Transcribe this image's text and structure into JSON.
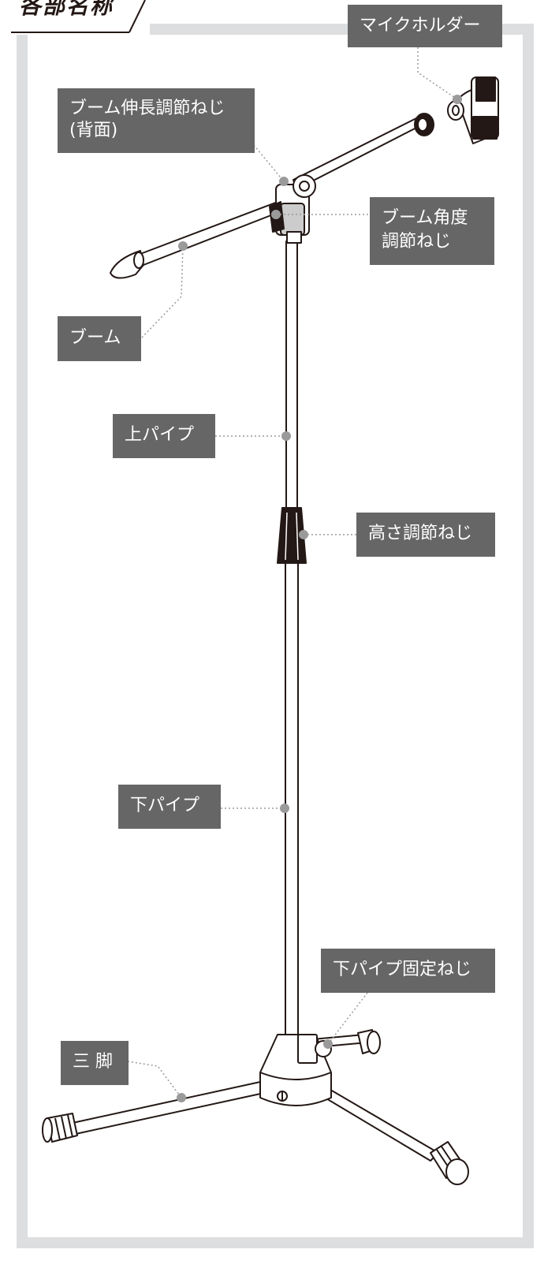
{
  "title": "各部名称",
  "labels": {
    "mic_holder": "マイクホルダー",
    "boom_extension_screw": "ブーム伸長調節ねじ",
    "boom_extension_screw_note": "(背面)",
    "boom_angle_screw_line1": "ブーム角度",
    "boom_angle_screw_line2": "調節ねじ",
    "boom": "ブーム",
    "upper_pipe": "上パイプ",
    "height_screw": "高さ調節ねじ",
    "lower_pipe": "下パイプ",
    "lower_pipe_lock_screw": "下パイプ固定ねじ",
    "tripod": "三 脚"
  },
  "colors": {
    "label_bg": "#666666",
    "frame": "#dcdedf",
    "leader_dot": "#9a9a9a",
    "drawing_stroke": "#231815"
  }
}
